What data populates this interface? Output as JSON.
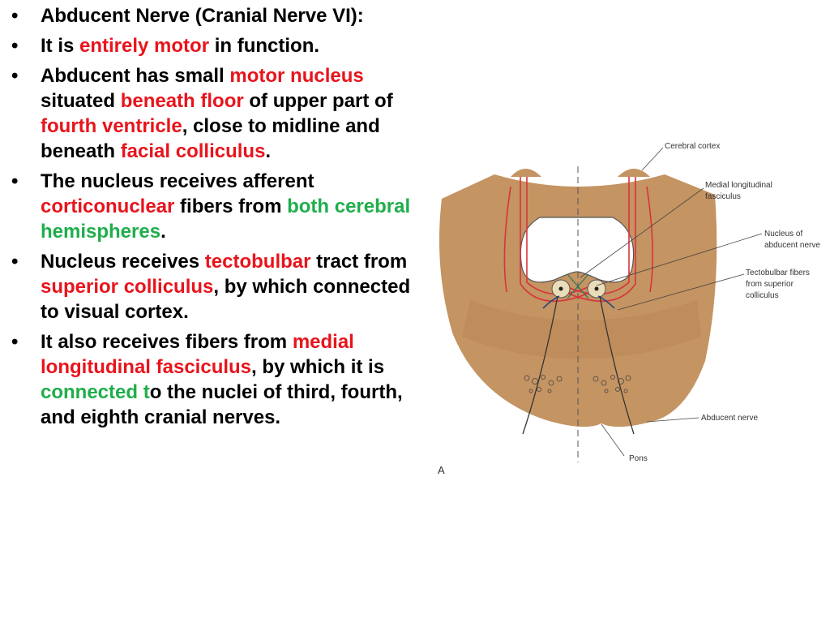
{
  "bullets": [
    {
      "segments": [
        {
          "t": "Abducent Nerve (Cranial Nerve VI):",
          "c": ""
        }
      ]
    },
    {
      "segments": [
        {
          "t": "It is ",
          "c": ""
        },
        {
          "t": "entirely motor",
          "c": "red"
        },
        {
          "t": " in function.",
          "c": ""
        }
      ]
    },
    {
      "segments": [
        {
          "t": "Abducent  has small ",
          "c": ""
        },
        {
          "t": "motor nucleus",
          "c": "red"
        },
        {
          "t": " situated ",
          "c": ""
        },
        {
          "t": "beneath floor",
          "c": "red"
        },
        {
          "t": " of upper part of ",
          "c": ""
        },
        {
          "t": "fourth ventricle",
          "c": "red"
        },
        {
          "t": ", close to midline and beneath ",
          "c": ""
        },
        {
          "t": "facial colliculus",
          "c": "red"
        },
        {
          "t": ".",
          "c": ""
        }
      ]
    },
    {
      "segments": [
        {
          "t": "The nucleus receives afferent ",
          "c": ""
        },
        {
          "t": "corticonuclear",
          "c": "red"
        },
        {
          "t": " fibers from ",
          "c": ""
        },
        {
          "t": "both cerebral hemispheres",
          "c": "green"
        },
        {
          "t": ".",
          "c": ""
        }
      ]
    },
    {
      "segments": [
        {
          "t": "Nucleus receives ",
          "c": ""
        },
        {
          "t": "tectobulbar",
          "c": "red"
        },
        {
          "t": " tract from ",
          "c": ""
        },
        {
          "t": "superior colliculus",
          "c": "red"
        },
        {
          "t": ", by which connected to visual cortex.",
          "c": ""
        }
      ]
    },
    {
      "segments": [
        {
          "t": "It also receives fibers from ",
          "c": ""
        },
        {
          "t": "medial longitudinal fasciculus",
          "c": "red"
        },
        {
          "t": ", by which it is ",
          "c": ""
        },
        {
          "t": "connected t",
          "c": "green"
        },
        {
          "t": "o the nuclei of third, fourth, and eighth cranial nerves.",
          "c": ""
        }
      ]
    }
  ],
  "diagram": {
    "labels": {
      "cerebral_cortex": "Cerebral cortex",
      "mlf_1": "Medial longitudinal",
      "mlf_2": "fasciculus",
      "nucleus_1": "Nucleus of",
      "nucleus_2": "abducent nerve",
      "tecto_1": "Tectobulbar fibers",
      "tecto_2": "from superior",
      "tecto_3": "colliculus",
      "abducent_nerve": "Abducent nerve",
      "pons": "Pons",
      "figure_letter": "A"
    },
    "colors": {
      "pons_fill": "#c49462",
      "pons_shade": "#b5824f",
      "corticonuclear_fibers": "#d8343c",
      "nerve_lines": "#333333",
      "label_text": "#333333",
      "highlight_red": "#e8141c",
      "highlight_green": "#1fae4b"
    }
  }
}
